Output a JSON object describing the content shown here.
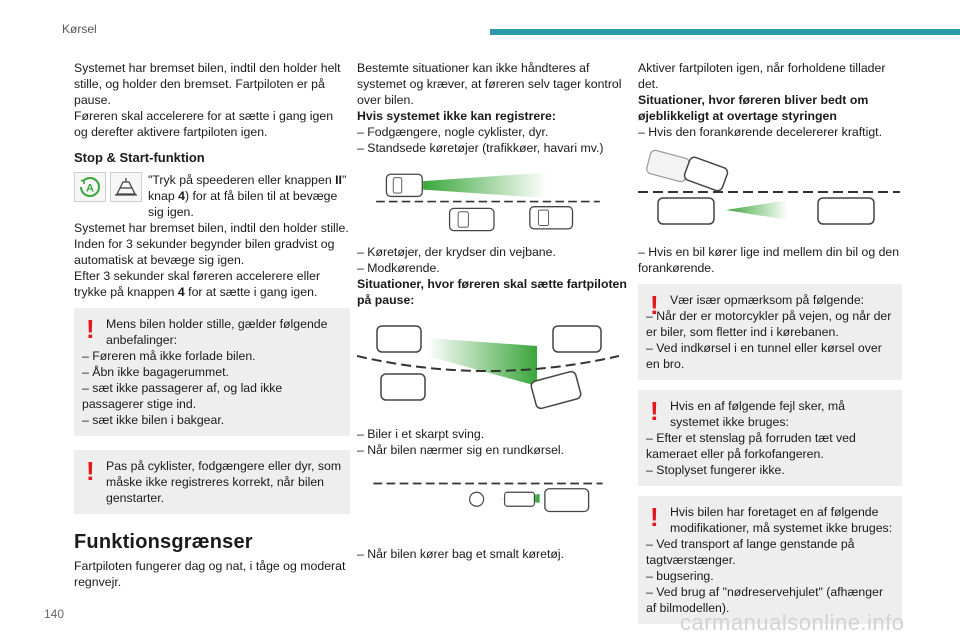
{
  "header": {
    "section": "Kørsel",
    "page_number": "140"
  },
  "watermark": "carmanualsonline.info",
  "colors": {
    "accent": "#2a9aa8",
    "warning": "#e3171b",
    "green": "#3aa63a"
  },
  "col1": {
    "p1": "Systemet har bremset bilen, indtil den holder helt stille, og holder den bremset. Fartpiloten er på pause.",
    "p2": "Føreren skal accelerere for at sætte i gang igen og derefter aktivere fartpiloten igen.",
    "stop_title": "Stop & Start-funktion",
    "icons": [
      "stop-start-a-icon",
      "road-sign-icon"
    ],
    "icon_text_1": "\"Tryk på speederen eller knappen ",
    "icon_text_bold1": "II",
    "icon_text_2": "\" knap ",
    "icon_text_bold2": "4",
    "icon_text_3": ") for at få bilen til at bevæge sig igen.",
    "p3": "Systemet har bremset bilen, indtil den holder stille.",
    "p4": "Inden for 3 sekunder begynder bilen gradvist og automatisk at bevæge sig igen.",
    "p5a": "Efter 3 sekunder skal føreren accelerere eller trykke på knappen ",
    "p5b": "4",
    "p5c": " for at sætte i gang igen.",
    "warn1_lead": "Mens bilen holder stille, gælder følgende anbefalinger:",
    "warn1_items": [
      "– Føreren må ikke forlade bilen.",
      "– Åbn ikke bagagerummet.",
      "– sæt ikke passagerer af, og lad ikke passagerer stige ind.",
      "– sæt ikke bilen i bakgear."
    ],
    "warn2": "Pas på cyklister, fodgængere eller dyr, som måske ikke registreres korrekt, når bilen genstarter.",
    "section_title": "Funktionsgrænser",
    "p6": "Fartpiloten fungerer dag og nat, i tåge og moderat regnvejr."
  },
  "col2": {
    "p1": "Bestemte situationer kan ikke håndteres af systemet og kræver, at føreren selv tager kontrol over bilen.",
    "h1": "Hvis systemet ikke kan registrere:",
    "l1": [
      "– Fodgængere, nogle cyklister, dyr.",
      "– Standsede køretøjer (trafikkøer, havari mv.)"
    ],
    "l2": [
      "– Køretøjer, der krydser din vejbane.",
      "– Modkørende."
    ],
    "h2": "Situationer, hvor føreren skal sætte fartpiloten på pause:",
    "l3": [
      "– Biler i et skarpt sving.",
      "– Når bilen nærmer sig en rundkørsel."
    ],
    "l4": [
      "– Når bilen kører bag et smalt køretøj."
    ]
  },
  "col3": {
    "p1": "Aktiver fartpiloten igen, når forholdene tillader det.",
    "h1": "Situationer, hvor føreren bliver bedt om øjeblikkeligt at overtage styringen",
    "l1": [
      "– Hvis den forankørende decelererer kraftigt."
    ],
    "l2": [
      "– Hvis en bil kører lige ind mellem din bil og den forankørende."
    ],
    "warn1_lead": "Vær især opmærksom på følgende:",
    "warn1_items": [
      "– Når der er motorcykler på vejen, og når der er biler, som fletter ind i kørebanen.",
      "– Ved indkørsel i en tunnel eller kørsel over en bro."
    ],
    "warn2_lead": "Hvis en af følgende fejl sker, må systemet ikke bruges:",
    "warn2_items": [
      "– Efter et stenslag på forruden tæt ved kameraet eller på forkofangeren.",
      "– Stoplyset fungerer ikke."
    ],
    "warn3_lead": "Hvis bilen har foretaget en af følgende modifikationer, må systemet ikke bruges:",
    "warn3_items": [
      "– Ved transport af lange genstande på tagtværstænger.",
      "– bugsering.",
      "– Ved brug af \"nødreservehjulet\" (afhænger af bilmodellen)."
    ]
  }
}
